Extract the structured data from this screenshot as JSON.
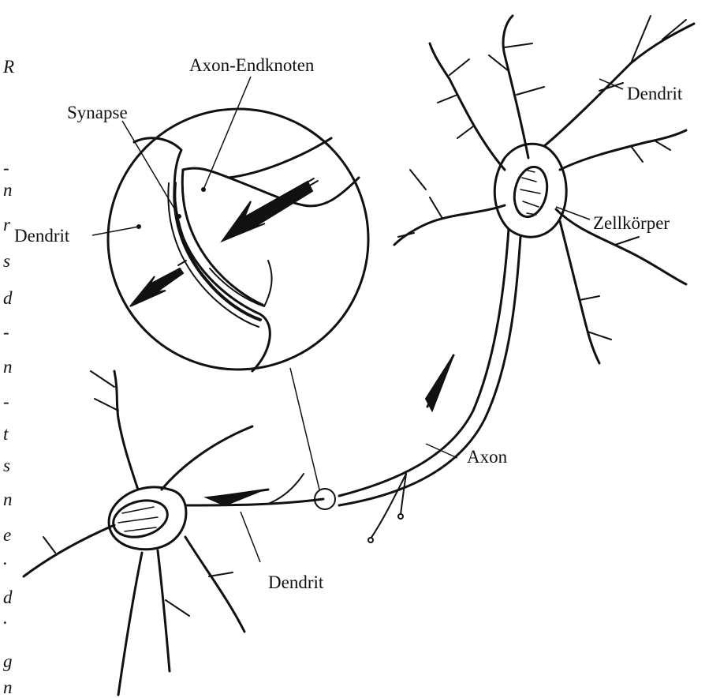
{
  "labels": {
    "axon_terminal": "Axon-Endknoten",
    "synapse": "Synapse",
    "dendrite_top_right": "Dendrit",
    "dendrite_inset": "Dendrit",
    "cell_body": "Zellkörper",
    "axon": "Axon",
    "dendrite_bottom": "Dendrit"
  },
  "margin_fragments": [
    "R",
    "-",
    "n",
    "r",
    "s",
    "d",
    "-",
    "n",
    "-",
    "t",
    "s",
    "n",
    "e",
    ".",
    "d",
    ".",
    "g",
    "n"
  ],
  "colors": {
    "ink": "#111111",
    "paper": "#ffffff"
  }
}
